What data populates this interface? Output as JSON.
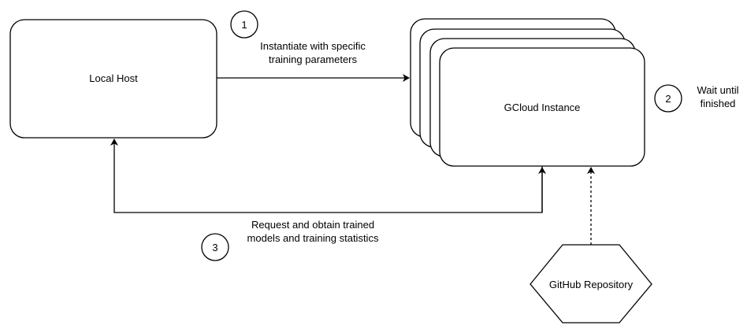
{
  "nodes": {
    "local_host": "Local Host",
    "gcloud_instance": "GCloud Instance",
    "github_repository": "GitHub Repository"
  },
  "steps": [
    {
      "number": "1",
      "lines": [
        "Instantiate with specific",
        "training parameters"
      ]
    },
    {
      "number": "2",
      "lines": [
        "Wait until",
        "finished"
      ]
    },
    {
      "number": "3",
      "lines": [
        "Request and obtain trained",
        "models and training statistics"
      ]
    }
  ]
}
